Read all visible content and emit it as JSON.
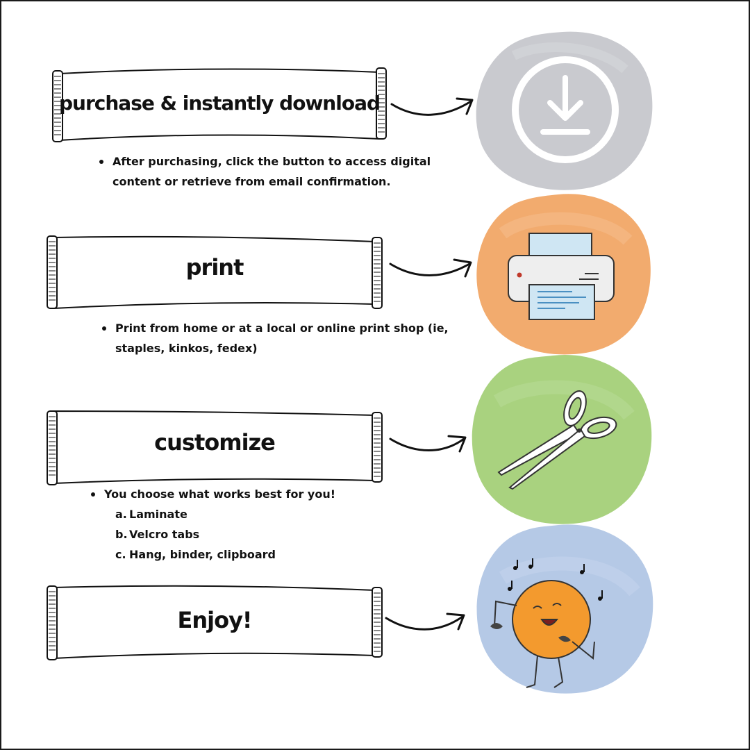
{
  "colors": {
    "grey_blob": "#c9cacf",
    "orange_blob": "#f2ab6e",
    "green_blob": "#a9d27f",
    "blue_blob": "#b5c9e6",
    "ink": "#111111"
  },
  "steps": [
    {
      "title": "purchase & instantly download",
      "icon": "download-icon",
      "notes": [
        "After purchasing, click the button to access digital content or retrieve from email confirmation."
      ]
    },
    {
      "title": "print",
      "icon": "printer-icon",
      "notes": [
        "Print from home or at a local or online print shop (ie, staples, kinkos, fedex)"
      ]
    },
    {
      "title": "customize",
      "icon": "scissors-icon",
      "notes": [
        "You choose what works best for you!"
      ],
      "options": [
        {
          "marker": "a.",
          "text": "Laminate"
        },
        {
          "marker": "b.",
          "text": "Velcro tabs"
        },
        {
          "marker": "c.",
          "text": "Hang, binder, clipboard"
        }
      ]
    },
    {
      "title": "Enjoy!",
      "icon": "dancing-orange-icon",
      "notes": []
    }
  ]
}
